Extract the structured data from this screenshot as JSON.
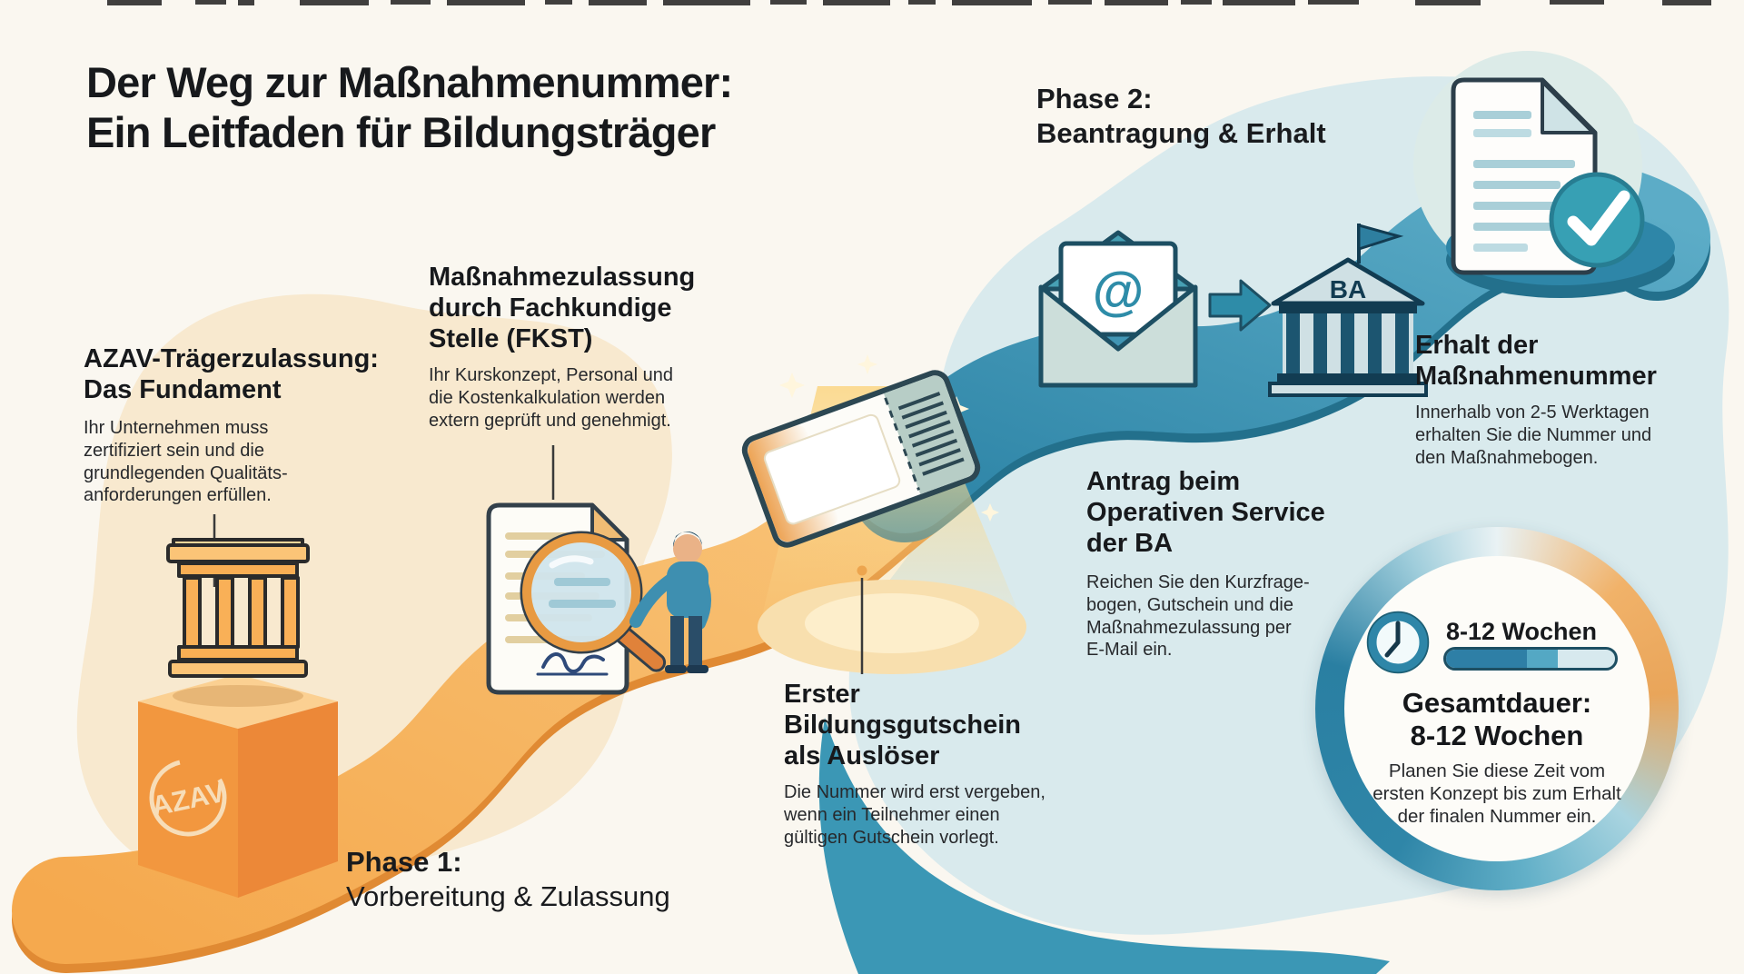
{
  "title": "Der Weg zur Maßnahmenummer:\nEin Leitfaden für Bildungsträger",
  "phase1": {
    "bold": "Phase 1:",
    "regular": "Vorbereitung & Zulassung"
  },
  "phase2": "Phase 2:\nBeantragung & Erhalt",
  "steps": {
    "azav": {
      "heading": "AZAV-Trägerzulassung:\nDas Fundament",
      "body": "Ihr Unternehmen muss\nzertifiziert sein und die\ngrundlegenden Qualitäts-\nanforderungen erfüllen.",
      "stamp_label": "AZAV"
    },
    "fkst": {
      "heading": "Maßnahmezulassung\ndurch Fachkundige\nStelle (FKST)",
      "body": "Ihr Kurskonzept, Personal und\ndie Kostenkalkulation werden\nextern geprüft und genehmigt."
    },
    "gutschein": {
      "heading": "Erster\nBildungsgutschein\nals Auslöser",
      "body": "Die Nummer wird erst vergeben,\nwenn ein Teilnehmer einen\ngültigen Gutschein vorlegt."
    },
    "antrag": {
      "heading": "Antrag beim\nOperativen Service\nder BA",
      "body": "Reichen Sie den Kurzfrage-\nbogen, Gutschein und die\nMaßnahmezulassung per\nE-Mail ein."
    },
    "erhalt": {
      "heading": "Erhalt der\nMaßnahmenummer",
      "body": "Innerhalb von 2-5 Werktagen\nerhalten Sie die Nummer und\nden Maßnahmebogen."
    }
  },
  "icons": {
    "bank_label": "BA",
    "email_at_symbol": "@"
  },
  "duration": {
    "badge_label": "8-12 Wochen",
    "heading": "Gesamtdauer:\n8-12 Wochen",
    "body": "Planen Sie diese Zeit vom\nersten Konzept bis zum Erhalt\nder finalen Nummer ein.",
    "progress_dark_percent": 48,
    "progress_mid_percent": 18
  },
  "colors": {
    "background": "#FAF7F0",
    "beige_blob": "#F8E9CF",
    "light_blue_blob": "#D9EAED",
    "teal_accent": "#2F86A8",
    "orange_accent": "#F2A24B",
    "text": "#1B1D20"
  }
}
